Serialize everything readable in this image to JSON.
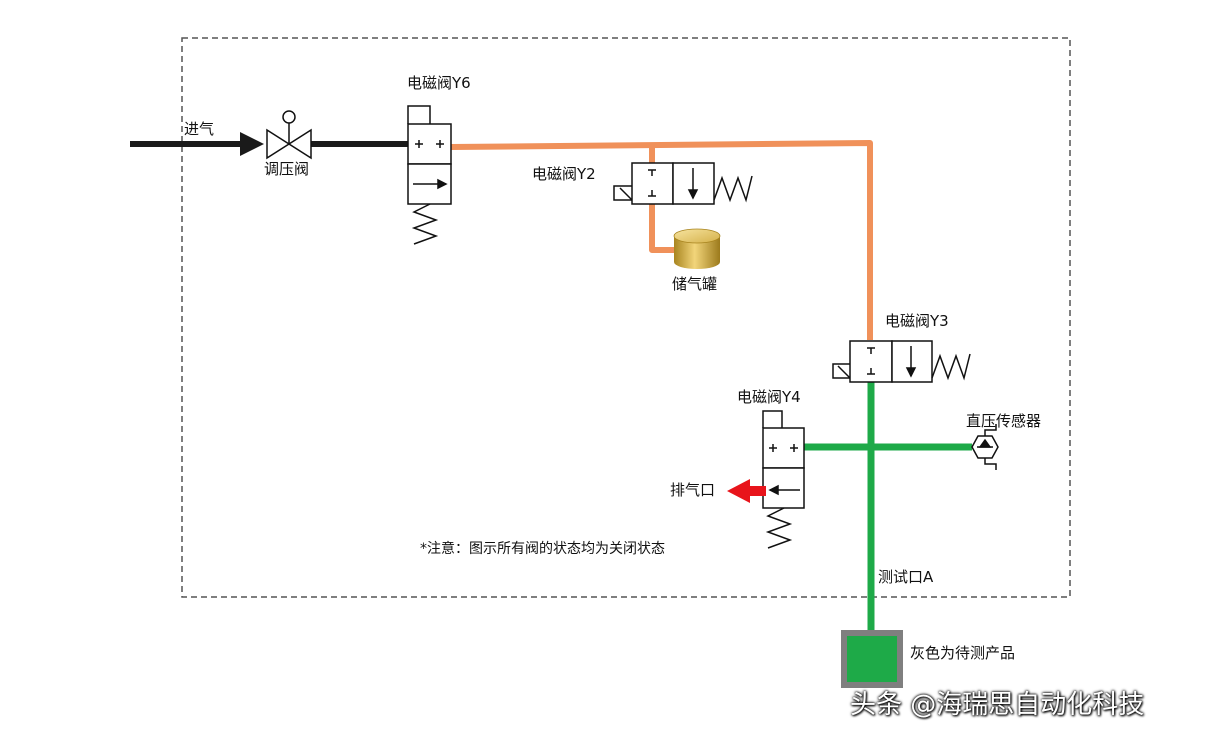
{
  "labels": {
    "inlet": "进气",
    "regulator": "调压阀",
    "valve_y6": "电磁阀Y6",
    "valve_y2": "电磁阀Y2",
    "tank": "储气罐",
    "valve_y3": "电磁阀Y3",
    "valve_y4": "电磁阀Y4",
    "sensor": "直压传感器",
    "exhaust": "排气口",
    "note": "*注意：图示所有阀的状态均为关闭状态",
    "test_port": "测试口A",
    "product": "灰色为待测产品",
    "watermark": "头条 @海瑞思自动化科技"
  },
  "colors": {
    "inlet_line": "#1a1a1a",
    "supply_line": "#f0915a",
    "test_line": "#1eaa48",
    "exhaust_arrow": "#e8141b",
    "product_border": "#7f7f7f",
    "product_fill": "#1eaa48",
    "tank": "#c9a640",
    "frame": "#555555"
  }
}
